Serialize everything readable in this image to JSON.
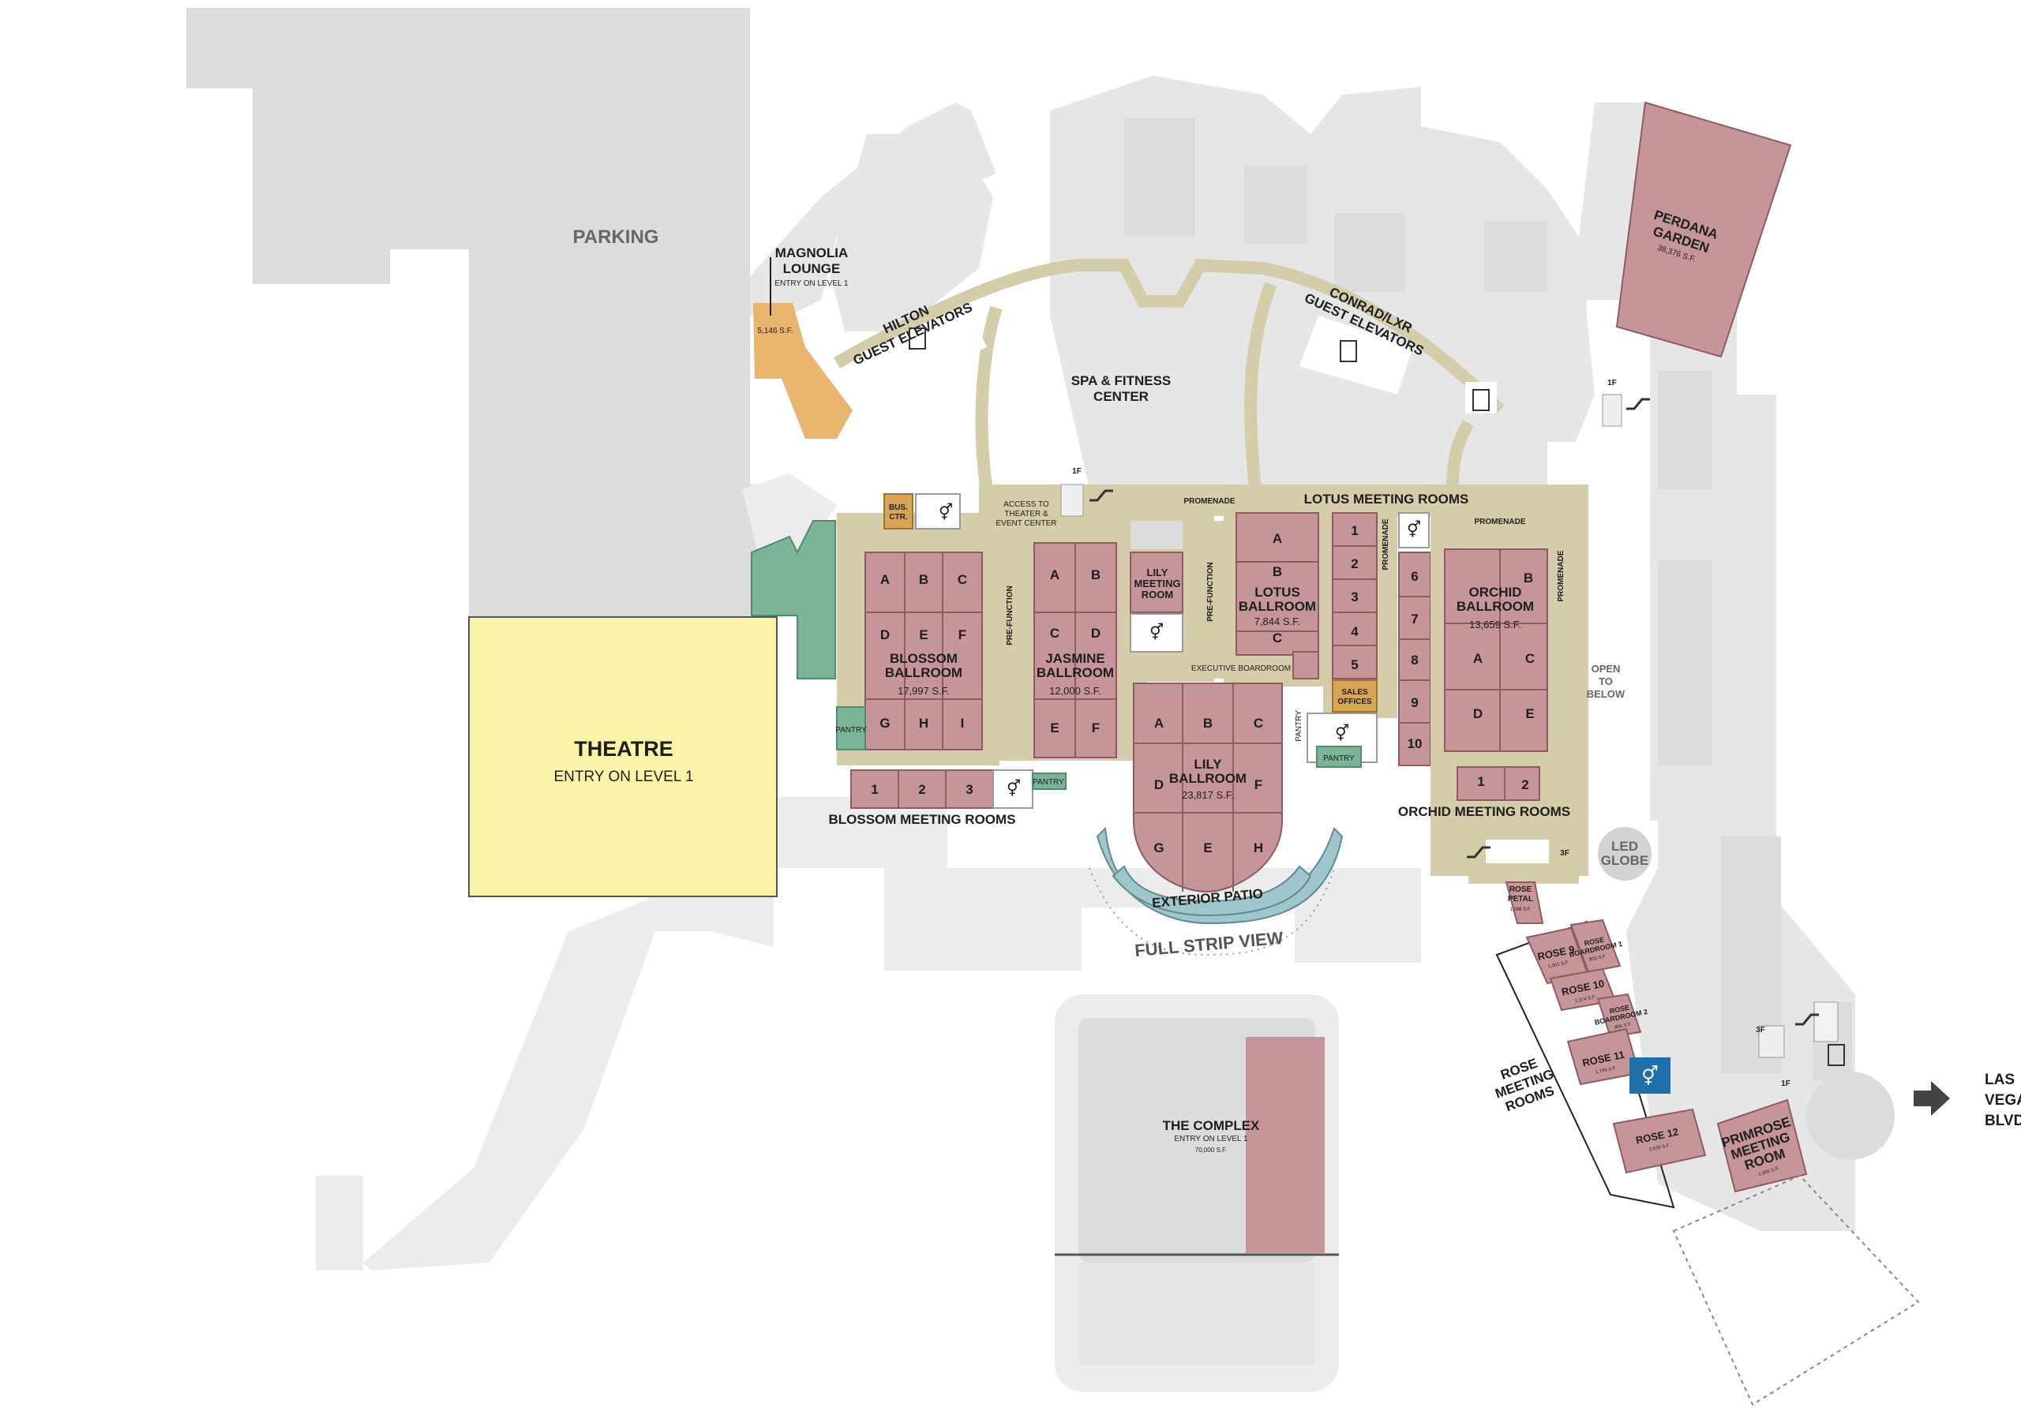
{
  "areas": {
    "parking": "PARKING",
    "magnolia": {
      "name_line1": "MAGNOLIA",
      "name_line2": "LOUNGE",
      "entry": "ENTRY ON LEVEL 1",
      "area": "5,146 S.F."
    },
    "hilton": {
      "line1": "HILTON",
      "line2": "GUEST ELEVATORS"
    },
    "conrad": {
      "line1": "CONRAD/LXR",
      "line2": "GUEST ELEVATORS"
    },
    "spa": {
      "line1": "SPA & FITNESS",
      "line2": "CENTER"
    },
    "perdana": {
      "line1": "PERDANA",
      "line2": "GARDEN",
      "area": "38,376 S.F."
    },
    "theatre": {
      "name": "THEATRE",
      "entry": "ENTRY ON LEVEL 1"
    },
    "complex": {
      "name": "THE COMPLEX",
      "entry": "ENTRY ON LEVEL 1",
      "area": "70,000 S.F."
    },
    "las_vegas": {
      "line1": "LAS",
      "line2": "VEGAS",
      "line3": "BLVD"
    },
    "led_globe": {
      "line1": "LED",
      "line2": "GLOBE"
    },
    "open_below": {
      "line1": "OPEN",
      "line2": "TO",
      "line3": "BELOW"
    },
    "full_strip_view": "FULL STRIP VIEW",
    "exterior_patio": "EXTERIOR PATIO",
    "access": {
      "line1": "ACCESS TO",
      "line2": "THEATER &",
      "line3": "EVENT CENTER"
    },
    "bus_ctr": {
      "line1": "BUS.",
      "line2": "CTR."
    },
    "promenade": "PROMENADE",
    "pre_function": "PRE-FUNCTION",
    "pantry": "PANTRY",
    "executive_boardroom": "EXECUTIVE BOARDROOM",
    "sales_offices": {
      "line1": "SALES",
      "line2": "OFFICES"
    },
    "lotus_meeting_rooms": "LOTUS MEETING ROOMS",
    "blossom_meeting_rooms": "BLOSSOM MEETING ROOMS",
    "orchid_meeting_rooms": "ORCHID MEETING ROOMS",
    "rose_meeting_rooms": {
      "line1": "ROSE",
      "line2": "MEETING",
      "line3": "ROOMS"
    },
    "floor_1f": "1F",
    "floor_3f": "3F"
  },
  "ballrooms": {
    "blossom": {
      "line1": "BLOSSOM",
      "line2": "BALLROOM",
      "area": "17,997 S.F.",
      "sections": [
        "A",
        "B",
        "C",
        "D",
        "E",
        "F",
        "G",
        "H",
        "I"
      ]
    },
    "jasmine": {
      "line1": "JASMINE",
      "line2": "BALLROOM",
      "area": "12,000 S.F.",
      "sections": [
        "A",
        "B",
        "C",
        "D",
        "E",
        "F"
      ]
    },
    "lily_meeting": {
      "line1": "LILY",
      "line2": "MEETING",
      "line3": "ROOM"
    },
    "lotus": {
      "line1": "LOTUS",
      "line2": "BALLROOM",
      "area": "7,844 S.F.",
      "sections": [
        "A",
        "B",
        "C"
      ]
    },
    "lily": {
      "line1": "LILY",
      "line2": "BALLROOM",
      "area": "23,817 S.F.",
      "sections": [
        "A",
        "B",
        "C",
        "D",
        "F",
        "G",
        "E",
        "H"
      ]
    },
    "orchid": {
      "line1": "ORCHID",
      "line2": "BALLROOM",
      "area": "13,659 S.F.",
      "sections": [
        "B",
        "A",
        "C",
        "D",
        "E"
      ]
    }
  },
  "meeting_rooms": {
    "blossom": [
      "1",
      "2",
      "3"
    ],
    "lotus_col1": [
      "1",
      "2",
      "3",
      "4",
      "5"
    ],
    "lotus_col2": [
      "6",
      "7",
      "8",
      "9",
      "10"
    ],
    "orchid": [
      "1",
      "2"
    ]
  },
  "rose_rooms": {
    "petal": {
      "line1": "ROSE",
      "line2": "PETAL",
      "area": "1,086 S.F."
    },
    "rose9": {
      "name": "ROSE 9",
      "area": "1,301 S.F."
    },
    "boardroom1": {
      "line1": "ROSE",
      "line2": "BOARDROOM 1",
      "area": "803 S.F."
    },
    "rose10": {
      "name": "ROSE 10",
      "area": "1,374 S.F."
    },
    "boardroom2": {
      "line1": "ROSE",
      "line2": "BOARDROOM 2",
      "area": "806 S.F."
    },
    "rose11": {
      "name": "ROSE 11",
      "area": "1,799 S.F."
    },
    "rose12": {
      "name": "ROSE 12",
      "area": "2,639 S.F."
    },
    "primrose": {
      "line1": "PRIMROSE",
      "line2": "MEETING",
      "line3": "ROOM",
      "area": "2,800 S.F."
    }
  },
  "colors": {
    "room": "#c6959a",
    "theatre": "#fbf3a8",
    "pantry": "#79b596",
    "promenade": "#d5ccaa",
    "building": "#dcdcdc"
  }
}
